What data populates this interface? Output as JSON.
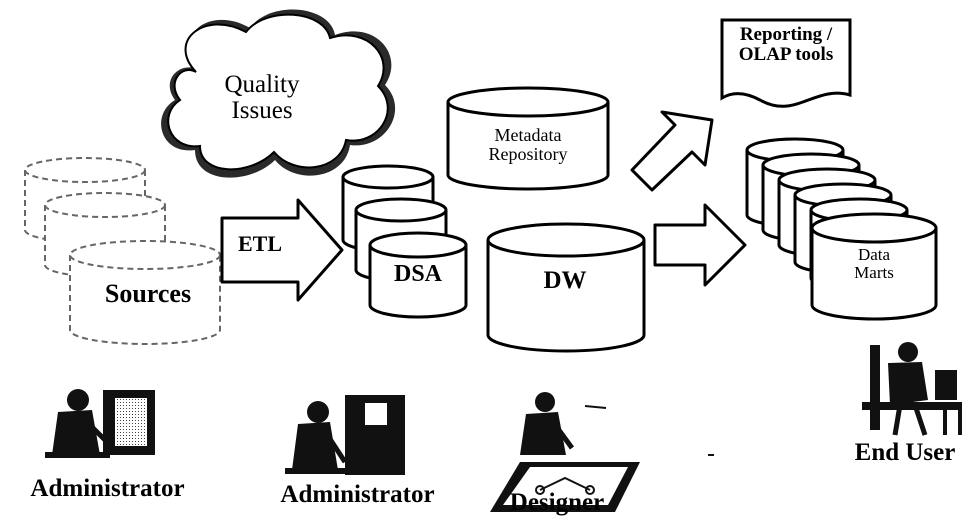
{
  "diagram": {
    "quality_cloud": {
      "line1": "Quality",
      "line2": "Issues"
    },
    "sources": {
      "label": "Sources"
    },
    "etl": {
      "label": "ETL"
    },
    "dsa": {
      "label": "DSA"
    },
    "metadata": {
      "line1": "Metadata",
      "line2": "Repository"
    },
    "dw": {
      "label": "DW"
    },
    "reporting": {
      "line1": "Reporting /",
      "line2": "OLAP tools"
    },
    "data_marts": {
      "line1": "Data",
      "line2": "Marts"
    },
    "roles": {
      "admin_left": "Administrator",
      "admin_center": "Administrator",
      "designer": "Designer",
      "end_user": "End User"
    }
  },
  "icons": [
    "cloud-icon",
    "database-icon",
    "arrow-icon",
    "document-icon",
    "person-at-server-icon",
    "person-at-blueprint-icon",
    "person-at-desk-icon"
  ]
}
